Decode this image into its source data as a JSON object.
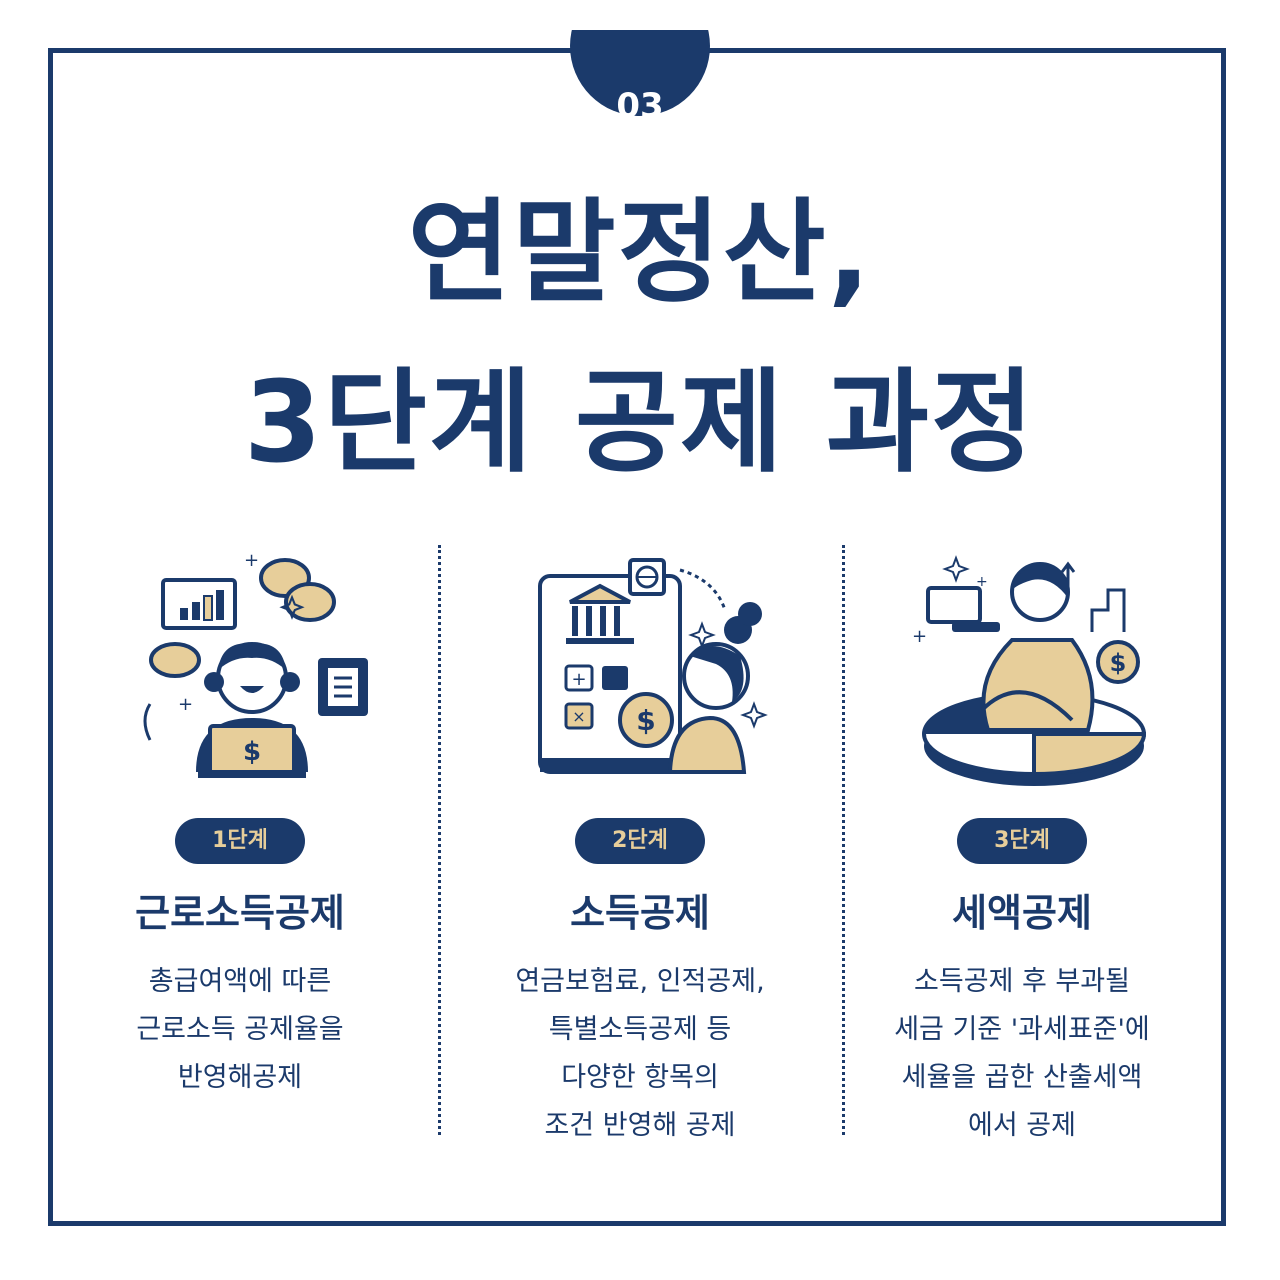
{
  "badge": {
    "number": "03"
  },
  "title": {
    "line1": "연말정산,",
    "line2": "3단계 공제 과정"
  },
  "colors": {
    "navy": "#1b3a6b",
    "beige": "#e7ce9a",
    "white": "#ffffff"
  },
  "steps": [
    {
      "pill": "1단계",
      "heading": "근로소득공제",
      "lines": [
        "총급여액에 따른",
        "근로소득 공제율을",
        "반영해공제"
      ],
      "icons": [
        "person-laptop-icon",
        "bar-chart-icon",
        "coins-icon",
        "receipt-icon"
      ]
    },
    {
      "pill": "2단계",
      "heading": "소득공제",
      "lines": [
        "연금보험료, 인적공제,",
        "특별소득공제 등",
        "다양한 항목의",
        "조건 반영해 공제"
      ],
      "icons": [
        "bank-tablet-icon",
        "globe-icon",
        "coin-icon",
        "person-icon"
      ]
    },
    {
      "pill": "3단계",
      "heading": "세액공제",
      "lines": [
        "소득공제 후 부과될",
        "세금 기준 '과세표준'에",
        "세율을 곱한 산출세액",
        "에서 공제"
      ],
      "icons": [
        "person-pie-chart-icon",
        "coin-icon",
        "stairs-arrow-icon"
      ]
    }
  ]
}
